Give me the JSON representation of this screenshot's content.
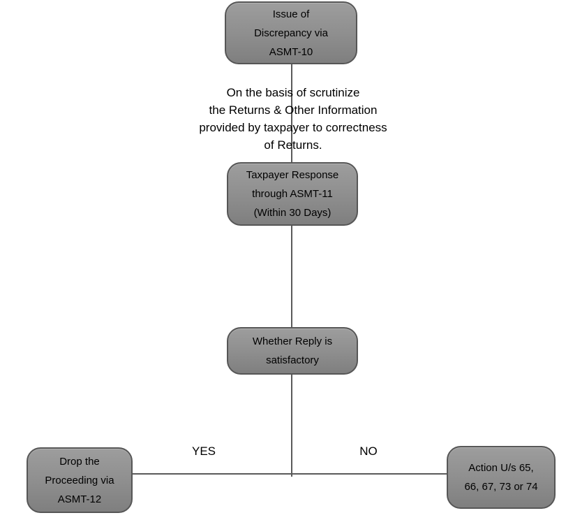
{
  "diagram": {
    "title": "Scrutiny of Returns flow (ASMT forms)",
    "background_color": "#ffffff",
    "node_fill_color": "#8f8f8f",
    "node_border_color": "#565656",
    "connector_color": "#5a5a5a",
    "nodes": [
      {
        "id": "asmt10",
        "label": "Issue of\nDiscrepancy via\nASMT-10"
      },
      {
        "id": "asmt11",
        "label": "Taxpayer Response\nthrough ASMT-11\n(Within 30 Days)"
      },
      {
        "id": "reply",
        "label": "Whether Reply is\nsatisfactory"
      },
      {
        "id": "asmt12",
        "label": "Drop the\nProceeding via\nASMT-12"
      },
      {
        "id": "action",
        "label": "Action U/s 65,\n66, 67, 73 or 74"
      }
    ],
    "annotation": "On the basis of scrutinize\nthe Returns & Other Information\nprovided by taxpayer to correctness\nof Returns.",
    "branch_labels": {
      "yes": "YES",
      "no": "NO"
    }
  }
}
